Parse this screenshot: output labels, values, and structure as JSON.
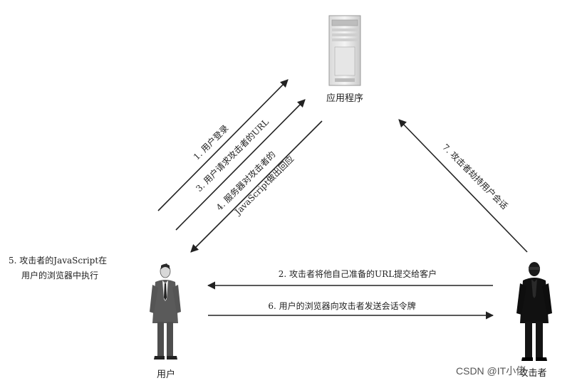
{
  "nodes": {
    "server": "应用程序",
    "user": "用户",
    "attacker": "攻击者"
  },
  "steps": {
    "step1": "1. 用户登录",
    "step3": "3. 用户请求攻击者的URL",
    "step4_line1": "4. 服务器对攻击者的",
    "step4_line2": "JavaScript做出回应",
    "step7": "7. 攻击者劫持用户会话",
    "step5_line1": "5. 攻击者的JavaScript在",
    "step5_line2": "用户的浏览器中执行",
    "step2": "2. 攻击者将他自己准备的URL提交给客户",
    "step6": "6. 用户的浏览器向攻击者发送会话令牌"
  },
  "watermark": "CSDN @IT小佬"
}
